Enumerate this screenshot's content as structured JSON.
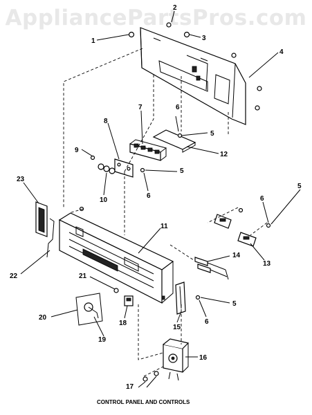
{
  "watermark": "AppliancePartsPros.com",
  "caption": "CONTROL PANEL AND CONTROLS",
  "callouts": {
    "c1": "1",
    "c2": "2",
    "c3": "3",
    "c4": "4",
    "c5a": "5",
    "c5b": "5",
    "c5c": "5",
    "c5d": "5",
    "c6a": "6",
    "c6b": "6",
    "c6c": "6",
    "c6d": "6",
    "c7": "7",
    "c8": "8",
    "c9": "9",
    "c10": "10",
    "c11": "11",
    "c12": "12",
    "c13": "13",
    "c14": "14",
    "c15": "15",
    "c16": "16",
    "c17": "17",
    "c18": "18",
    "c19": "19",
    "c20": "20",
    "c21": "21",
    "c22": "22",
    "c23": "23"
  }
}
